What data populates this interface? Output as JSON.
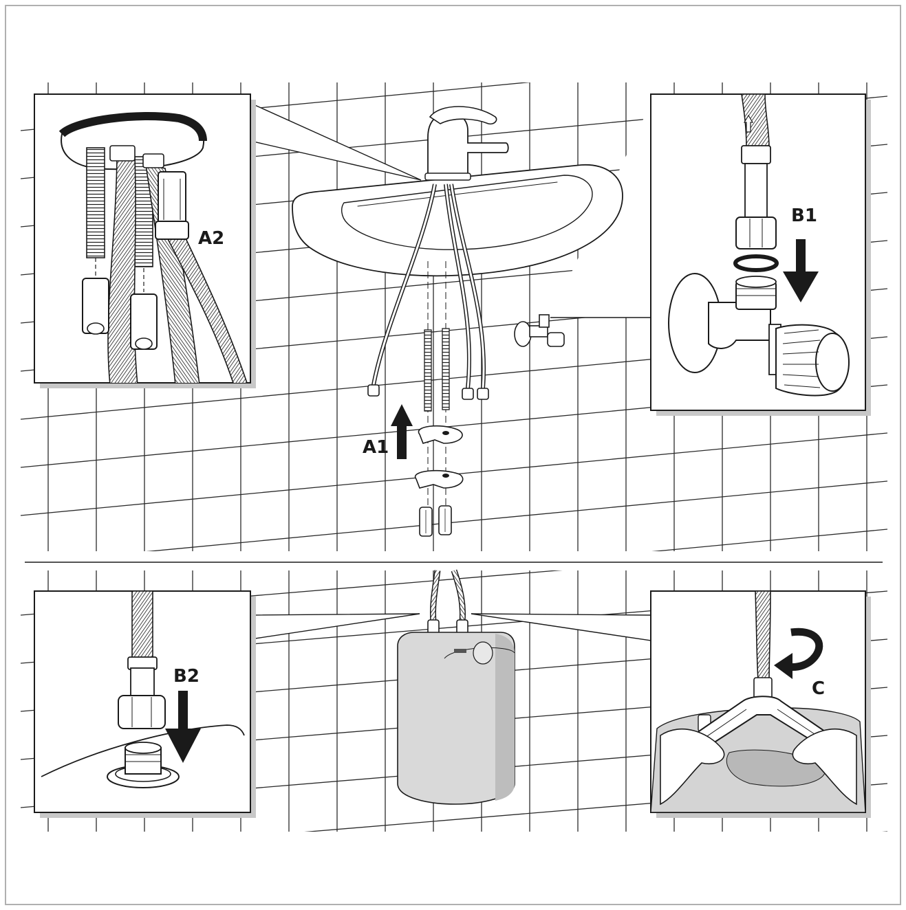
{
  "labels": {
    "a1": "A1",
    "a2": "A2",
    "b1": "B1",
    "b2": "B2",
    "c": "C"
  },
  "colors": {
    "ink": "#1a1a1a",
    "panel_shadow": "#c8c8c8",
    "heater_body": "#d9d9d9",
    "heater_shade": "#bdbdbd",
    "border": "#b0b0b0"
  },
  "icons": {
    "arrow_up": "arrow-up-icon",
    "arrow_down": "arrow-down-icon",
    "rotate": "rotate-arrow-icon"
  }
}
